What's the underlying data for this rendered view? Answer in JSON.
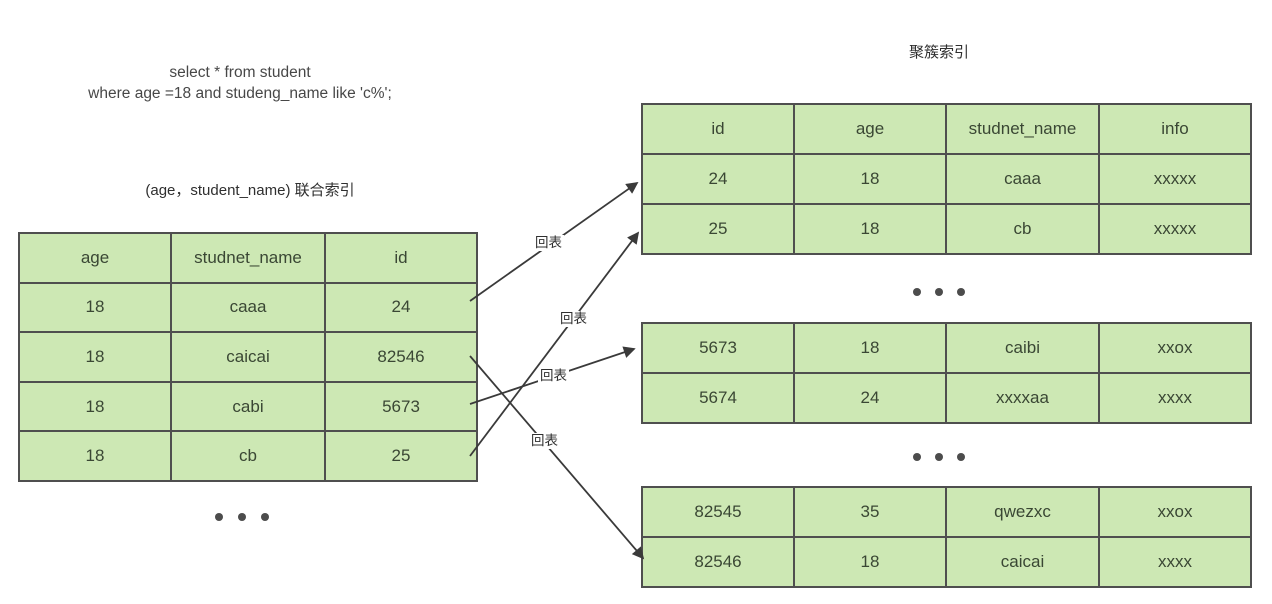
{
  "sql": {
    "line1": "select * from student",
    "line2": "where age =18 and studeng_name like 'c%';"
  },
  "titles": {
    "composite_index": "(age，student_name) 联合索引",
    "clustered_index": "聚簇索引"
  },
  "tables": {
    "composite_index": {
      "headers": [
        "age",
        "studnet_name",
        "id"
      ],
      "rows": [
        [
          "18",
          "caaa",
          "24"
        ],
        [
          "18",
          "caicai",
          "82546"
        ],
        [
          "18",
          "cabi",
          "5673"
        ],
        [
          "18",
          "cb",
          "25"
        ]
      ]
    },
    "clustered_top": {
      "headers": [
        "id",
        "age",
        "studnet_name",
        "info"
      ],
      "rows": [
        [
          "24",
          "18",
          "caaa",
          "xxxxx"
        ],
        [
          "25",
          "18",
          "cb",
          "xxxxx"
        ]
      ]
    },
    "clustered_middle": {
      "rows": [
        [
          "5673",
          "18",
          "caibi",
          "xxox"
        ],
        [
          "5674",
          "24",
          "xxxxaa",
          "xxxx"
        ]
      ]
    },
    "clustered_bottom": {
      "rows": [
        [
          "82545",
          "35",
          "qwezxc",
          "xxox"
        ],
        [
          "82546",
          "18",
          "caicai",
          "xxxx"
        ]
      ]
    }
  },
  "arrows": [
    {
      "label": "回表",
      "from_id": "24",
      "to_table": "clustered_top",
      "to_id": "24"
    },
    {
      "label": "回表",
      "from_id": "25",
      "to_table": "clustered_top",
      "to_id": "25"
    },
    {
      "label": "回表",
      "from_id": "5673",
      "to_table": "clustered_middle",
      "to_id": "5673"
    },
    {
      "label": "回表",
      "from_id": "82546",
      "to_table": "clustered_bottom",
      "to_id": "82546"
    }
  ],
  "icons": {
    "ellipsis_dots": "• • •"
  },
  "colors": {
    "cell_fill": "#cde8b4",
    "table_border": "#4f4f4f",
    "arrow": "#3a3a3a",
    "cell_text": "#3a4734"
  }
}
